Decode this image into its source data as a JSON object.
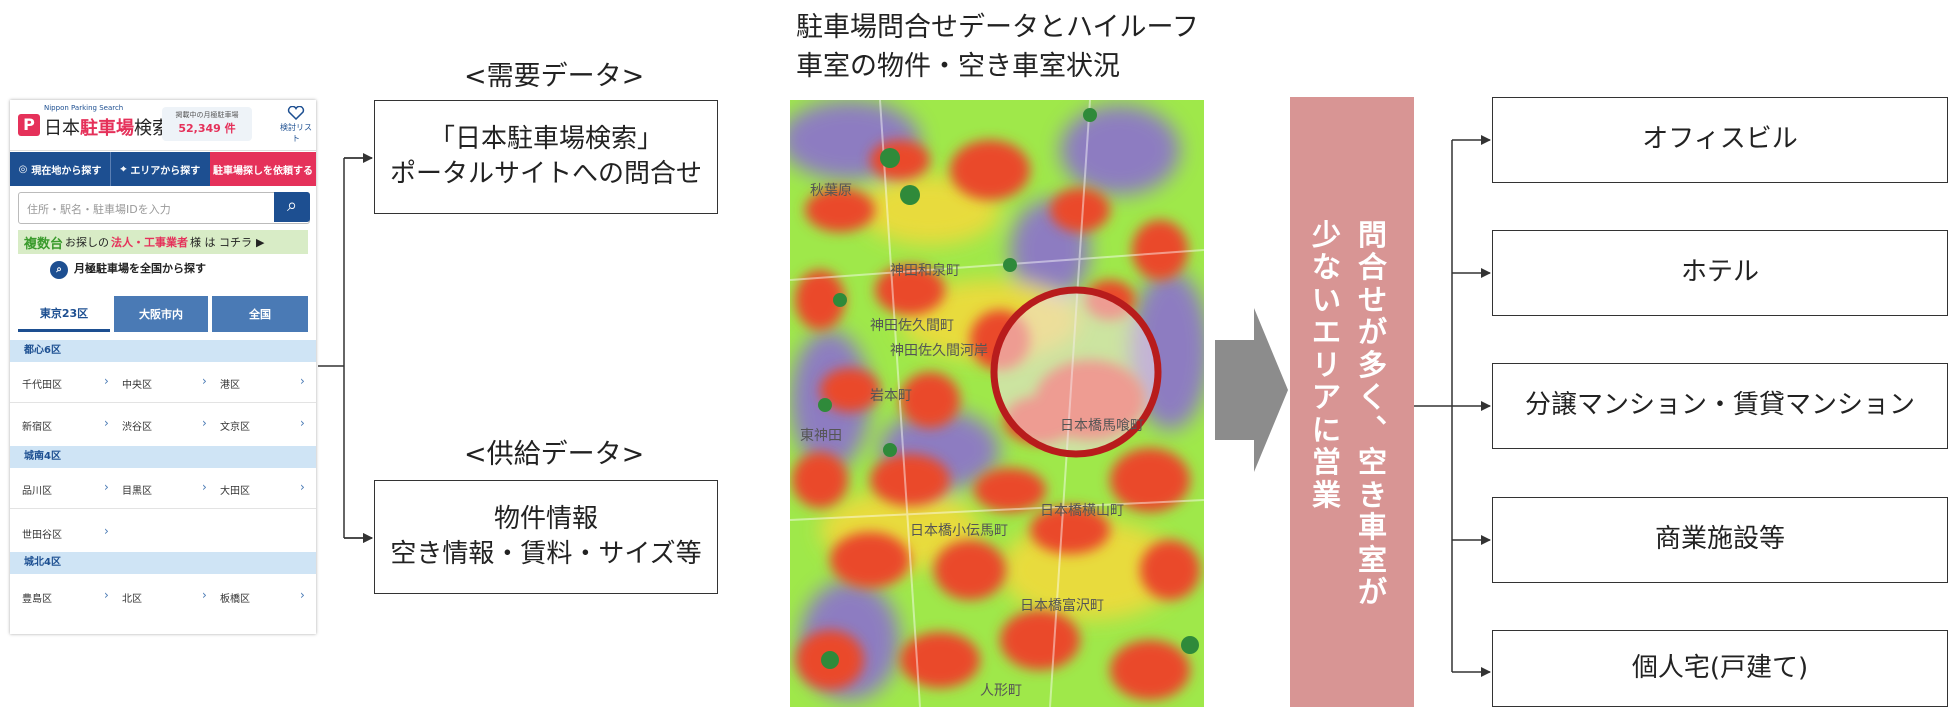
{
  "phone": {
    "logo_sub": "Nippon Parking Search",
    "logo_name_1": "日本",
    "logo_name_2": "駐車場",
    "logo_name_3": "検索",
    "count_caption": "掲載中の月極駐車場",
    "count_value": "52,349 件",
    "favorites": "検討リスト",
    "nav_current": "現在地から探す",
    "nav_area": "エリアから探す",
    "nav_request": "駐車場探しを依頼する",
    "search_placeholder": "住所・駅名・駐車場IDを入力",
    "bulk_text_1": "複数台",
    "bulk_text_2": "お探しの",
    "bulk_text_3": "法人・工事業者",
    "bulk_text_4": "様 は コチラ",
    "monthly_search": "月極駐車場を全国から探す",
    "tabs": [
      "東京23区",
      "大阪市内",
      "全国"
    ],
    "sections": [
      "都心6区",
      "城南4区",
      "城北4区"
    ],
    "wards_row1": [
      "千代田区",
      "中央区",
      "港区"
    ],
    "wards_row2": [
      "新宿区",
      "渋谷区",
      "文京区"
    ],
    "wards_row3": [
      "品川区",
      "目黒区",
      "大田区"
    ],
    "wards_row4": [
      "世田谷区"
    ],
    "wards_row5": [
      "豊島区",
      "北区",
      "板橋区"
    ]
  },
  "demand": {
    "header": "<需要データ>",
    "line1": "「日本駐車場検索」",
    "line2": "ポータルサイトへの問合せ"
  },
  "supply": {
    "header": "<供給データ>",
    "line1": "物件情報",
    "line2": "空き情報・賃料・サイズ等"
  },
  "map": {
    "caption_line1": "駐車場問合せデータとハイルーフ",
    "caption_line2": "車室の物件・空き車室状況",
    "place_labels": [
      "秋葉原",
      "神田和泉町",
      "神田佐久間町",
      "神田佐久間河岸",
      "日本橋馬喰町",
      "日本橋小伝馬町",
      "日本橋富沢町",
      "岩本町",
      "東神田",
      "日本橋横山町",
      "人形町"
    ],
    "colors": {
      "hot": "#ea4a2c",
      "warm": "#f5d93a",
      "mid": "#9fe84a",
      "cool": "#8a6bd6",
      "circle": "#b81c1c"
    }
  },
  "strategy": {
    "column_right": "問合せが多く、空き車室が",
    "column_left": "少ないエリアに営業",
    "color": "#d89594"
  },
  "targets": [
    "オフィスビル",
    "ホテル",
    "分譲マンション・賃貸マンション",
    "商業施設等",
    "個人宅(戸建て)"
  ]
}
